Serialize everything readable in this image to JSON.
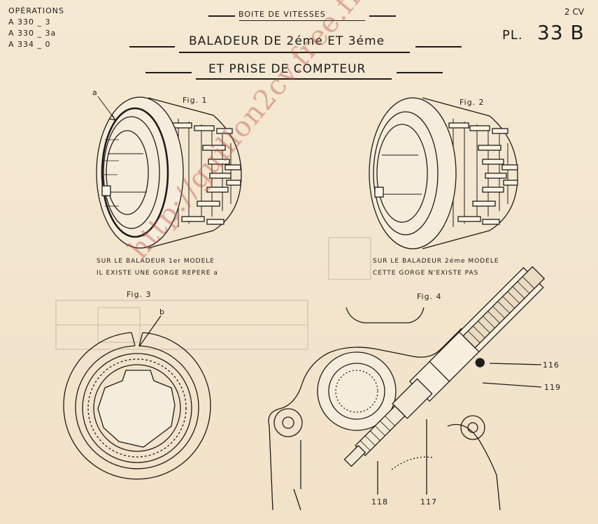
{
  "operations": {
    "heading": "OPÉRATIONS",
    "codes": [
      "A 330 _ 3",
      "A 330 _ 3a",
      "A 334 _ 0"
    ]
  },
  "header": {
    "section": "BOITE DE VITESSES",
    "title_line1": "BALADEUR DE 2éme ET 3éme",
    "title_line2": "ET PRISE DE COMPTEUR",
    "model": "2 CV",
    "plate_prefix": "PL.",
    "plate_number": "33 B"
  },
  "figures": {
    "fig1": {
      "label": "Fig. 1",
      "marker": "a",
      "caption_line1": "SUR LE BALADEUR 1er MODELE",
      "caption_line2": "IL EXISTE UNE GORGE REPERE a"
    },
    "fig2": {
      "label": "Fig. 2",
      "caption_line1": "SUR LE BALADEUR 2éme MODELE",
      "caption_line2": "CETTE GORGE N'EXISTE PAS"
    },
    "fig3": {
      "label": "Fig. 3",
      "marker": "b"
    },
    "fig4": {
      "label": "Fig. 4",
      "callouts": [
        "116",
        "119",
        "118",
        "117"
      ]
    }
  },
  "watermark": "http://guillon2cv.free.fr"
}
